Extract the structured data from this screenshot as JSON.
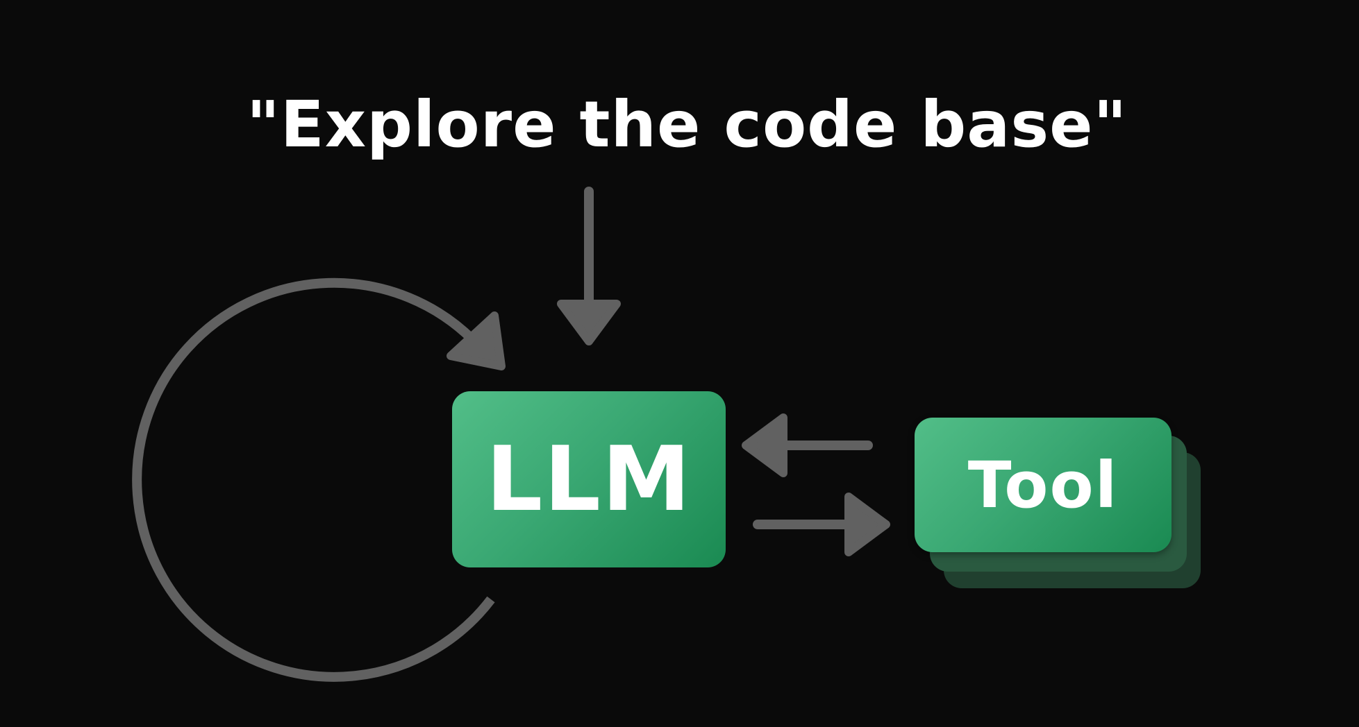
{
  "prompt": {
    "text": "\"Explore the code base\""
  },
  "nodes": {
    "llm": {
      "label": "LLM"
    },
    "tool": {
      "label": "Tool"
    }
  },
  "colors": {
    "background": "#0a0a0a",
    "arrow": "#616161",
    "box_light": "#52be88",
    "box_dark": "#1a8a52",
    "stack_mid": "#2a5a40",
    "stack_back": "#20402f",
    "text": "#ffffff"
  },
  "icons": {
    "input_arrow": "arrow-down-icon",
    "loop_arrow": "loop-arrow-icon",
    "to_tool_arrow": "arrow-right-icon",
    "from_tool_arrow": "arrow-left-icon"
  }
}
